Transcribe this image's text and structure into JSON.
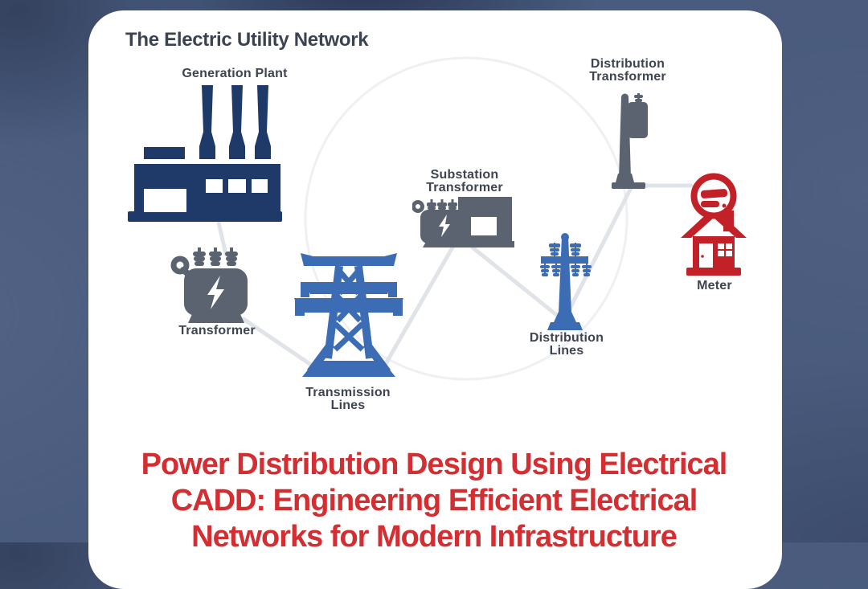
{
  "page": {
    "background_color": "#4a5b7d",
    "card_color": "#ffffff"
  },
  "diagram": {
    "title": "The Electric Utility Network",
    "title_color": "#3b4250",
    "label_color": "#3e4450",
    "connector_color": "#e0e3e8",
    "nodes": {
      "generation_plant": {
        "label": "Generation Plant",
        "color": "#1f3a68"
      },
      "transformer": {
        "label": "Transformer",
        "color": "#5b6370"
      },
      "transmission_lines": {
        "label_line1": "Transmission",
        "label_line2": "Lines",
        "color": "#3c6db4"
      },
      "substation_transformer": {
        "label_line1": "Substation",
        "label_line2": "Transformer",
        "color": "#5b6370"
      },
      "distribution_lines": {
        "label_line1": "Distribution",
        "label_line2": "Lines",
        "color": "#3c6db4"
      },
      "distribution_transformer": {
        "label_line1": "Distribution",
        "label_line2": "Transformer",
        "color": "#5b6370"
      },
      "meter": {
        "label": "Meter",
        "color": "#c32128"
      }
    }
  },
  "heading": {
    "color": "#d32e31",
    "line1": "Power Distribution Design Using Electrical",
    "line2": "CADD: Engineering Efficient Electrical",
    "line3": "Networks for Modern Infrastructure"
  }
}
